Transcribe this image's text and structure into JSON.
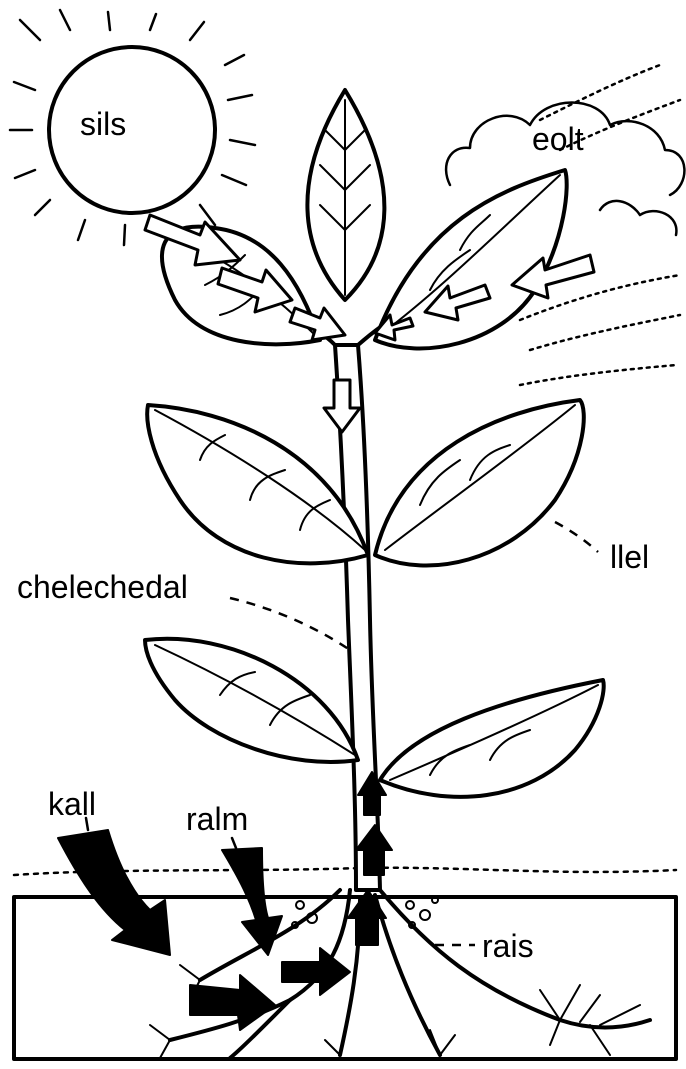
{
  "labels": {
    "sun": "sils",
    "air": "eolt",
    "leaf": "llel",
    "stem": "chelechedal",
    "light_input": "kall",
    "water_input": "ralm",
    "root": "rais"
  }
}
